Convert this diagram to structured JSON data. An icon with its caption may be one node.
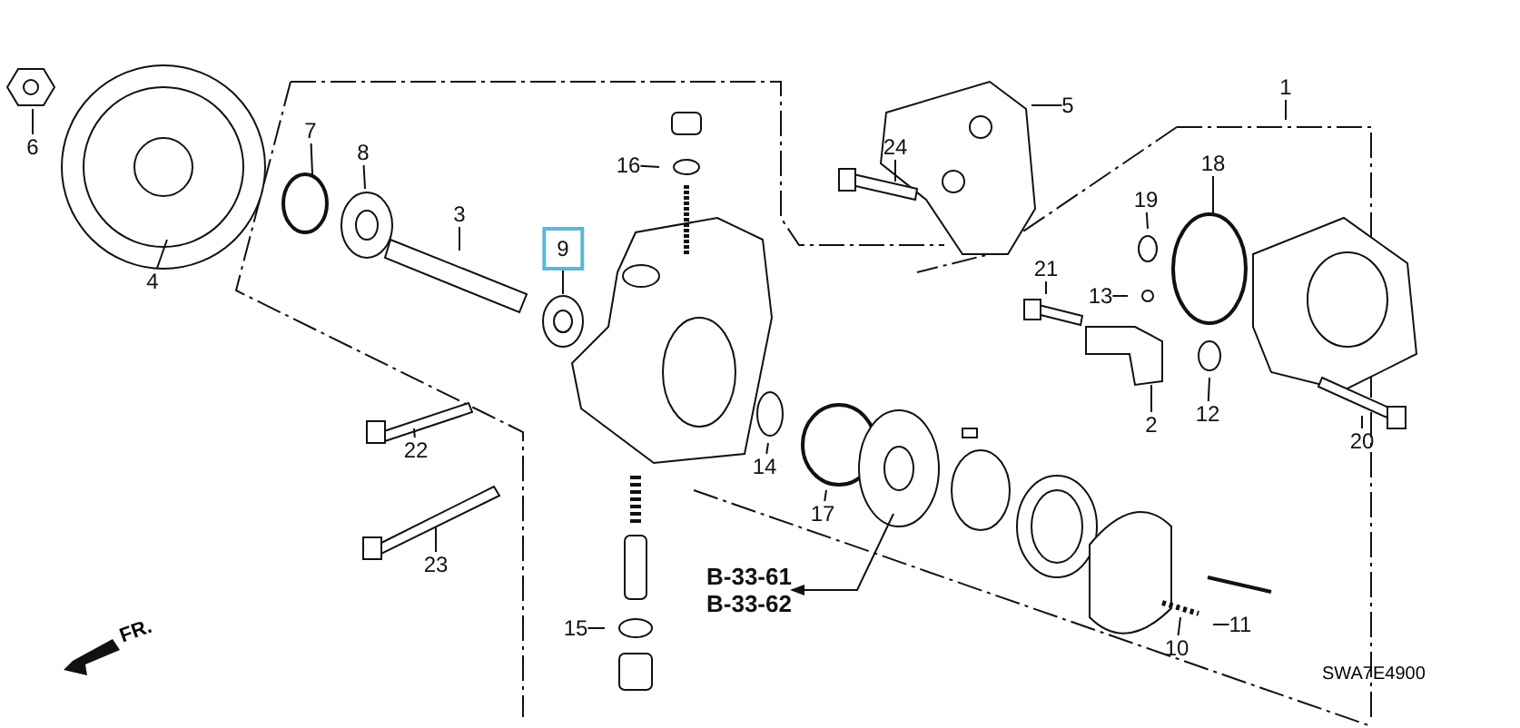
{
  "diagram": {
    "nodes": [
      {
        "text": [
          "1"
        ]
      },
      {
        "text": [
          "2"
        ]
      },
      {
        "text": [
          "3"
        ]
      },
      {
        "text": [
          "4"
        ]
      },
      {
        "text": [
          "5"
        ]
      },
      {
        "text": [
          "6"
        ]
      },
      {
        "text": [
          "7"
        ]
      },
      {
        "text": [
          "8"
        ]
      },
      {
        "text": [
          "9"
        ]
      },
      {
        "text": [
          "10"
        ]
      },
      {
        "text": [
          "11"
        ]
      },
      {
        "text": [
          "12"
        ]
      },
      {
        "text": [
          "13"
        ]
      },
      {
        "text": [
          "14"
        ]
      },
      {
        "text": [
          "15"
        ]
      },
      {
        "text": [
          "16"
        ]
      },
      {
        "text": [
          "17"
        ]
      },
      {
        "text": [
          "18"
        ]
      },
      {
        "text": [
          "19"
        ]
      },
      {
        "text": [
          "20"
        ]
      },
      {
        "text": [
          "21"
        ]
      },
      {
        "text": [
          "22"
        ]
      },
      {
        "text": [
          "23"
        ]
      },
      {
        "text": [
          "24"
        ]
      },
      {
        "text": [
          "B-33-61",
          "B-33-62"
        ]
      }
    ],
    "edges": [
      {
        "from": 0,
        "to": null,
        "arrow": "none"
      },
      {
        "from": 1,
        "to": null,
        "arrow": "none"
      },
      {
        "from": 2,
        "to": null,
        "arrow": "none"
      },
      {
        "from": 3,
        "to": null,
        "arrow": "none"
      },
      {
        "from": 4,
        "to": null,
        "arrow": "none"
      },
      {
        "from": 5,
        "to": null,
        "arrow": "none"
      },
      {
        "from": 6,
        "to": null,
        "arrow": "none"
      },
      {
        "from": 7,
        "to": null,
        "arrow": "none"
      },
      {
        "from": 8,
        "to": null,
        "arrow": "none"
      },
      {
        "from": 9,
        "to": null,
        "arrow": "none"
      },
      {
        "from": 10,
        "to": null,
        "arrow": "none"
      },
      {
        "from": 11,
        "to": null,
        "arrow": "none"
      },
      {
        "from": 12,
        "to": null,
        "arrow": "none"
      },
      {
        "from": 13,
        "to": null,
        "arrow": "none"
      },
      {
        "from": 14,
        "to": null,
        "arrow": "none"
      },
      {
        "from": 15,
        "to": null,
        "arrow": "none"
      },
      {
        "from": 16,
        "to": null,
        "arrow": "none"
      },
      {
        "from": 17,
        "to": null,
        "arrow": "none"
      },
      {
        "from": 18,
        "to": null,
        "arrow": "none"
      },
      {
        "from": 19,
        "to": null,
        "arrow": "none"
      },
      {
        "from": 20,
        "to": null,
        "arrow": "none"
      },
      {
        "from": 21,
        "to": null,
        "arrow": "none"
      },
      {
        "from": 22,
        "to": null,
        "arrow": "none"
      },
      {
        "from": 23,
        "to": null,
        "arrow": "none"
      },
      {
        "from": null,
        "to": 24,
        "arrow": "to"
      }
    ],
    "labels": [
      "FR.",
      "SWA7E4900"
    ]
  }
}
